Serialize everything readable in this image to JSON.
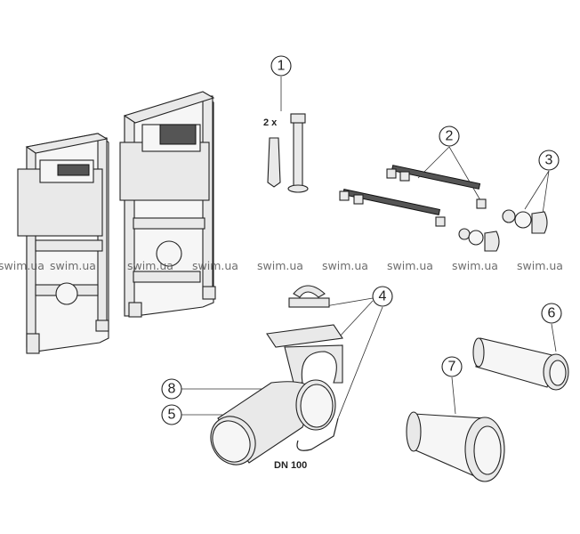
{
  "diagram": {
    "callouts": [
      "1",
      "2",
      "3",
      "4",
      "5",
      "6",
      "7",
      "8"
    ],
    "quantity_label": "2 x",
    "pipe_size_label": "DN 100",
    "watermark": "swim.ua"
  }
}
